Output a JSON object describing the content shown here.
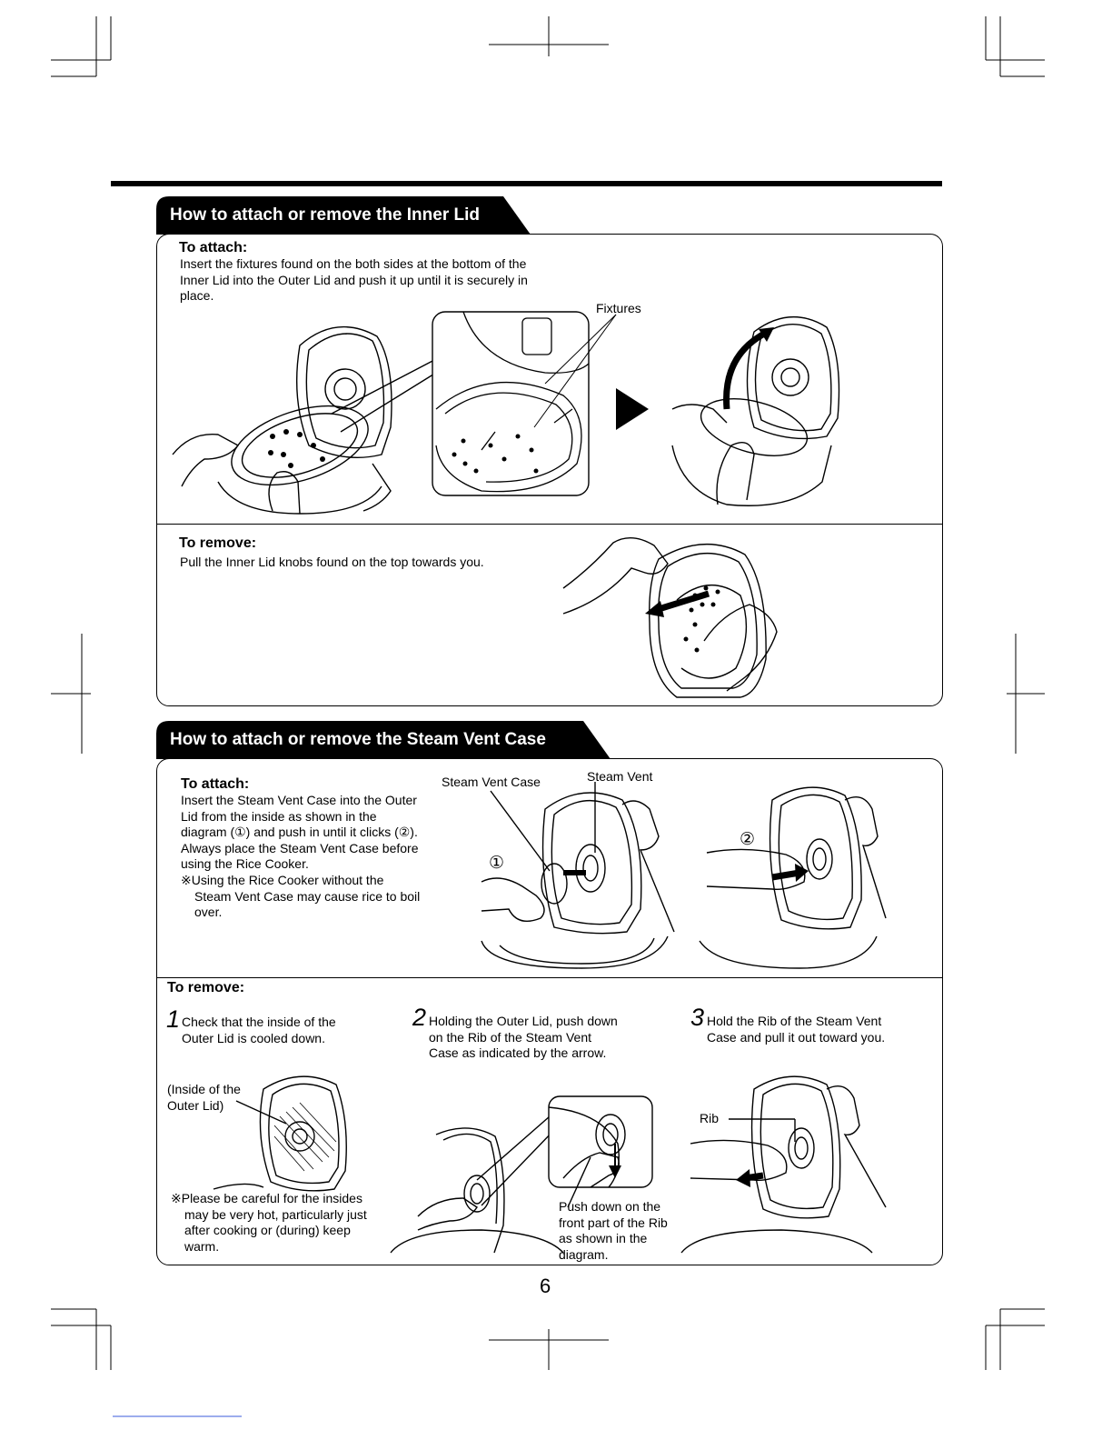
{
  "page_number": "6",
  "sections": {
    "inner_lid": {
      "title": "How to attach or remove the Inner Lid",
      "attach_heading": "To attach:",
      "attach_text": "Insert the fixtures found on the both sides at the bottom of the Inner Lid into the Outer Lid and push it up until it is securely in place.",
      "fixtures_label": "Fixtures",
      "remove_heading": "To remove:",
      "remove_text": "Pull the Inner Lid knobs found on the top towards you."
    },
    "steam_vent": {
      "title": "How to attach or remove the Steam Vent Case",
      "attach_heading": "To attach:",
      "attach_lines": [
        "Insert the Steam Vent Case into the Outer",
        "Lid from the inside as shown in the",
        "diagram (①) and push in until it clicks (②).",
        "Always place the Steam Vent Case before",
        "using the Rice Cooker."
      ],
      "attach_note_lines": [
        "※Using the Rice Cooker without the",
        "Steam Vent Case may cause rice to boil",
        "over."
      ],
      "label_case": "Steam Vent Case",
      "label_vent": "Steam Vent",
      "marker_1": "①",
      "marker_2": "②",
      "remove_heading": "To remove:",
      "steps": [
        {
          "num": "1",
          "lines": [
            "Check that the inside of the",
            "Outer Lid is cooled down."
          ]
        },
        {
          "num": "2",
          "lines": [
            "Holding the Outer Lid, push down",
            "on the Rib of the Steam Vent",
            "Case as indicated by the arrow."
          ]
        },
        {
          "num": "3",
          "lines": [
            "Hold the Rib of the Steam Vent",
            "Case and pull it out toward you."
          ]
        }
      ],
      "inside_label_lines": [
        "(Inside of the",
        "Outer Lid)"
      ],
      "caution_lines": [
        "※Please be careful for the insides",
        "may be very hot, particularly just",
        "after cooking or (during) keep",
        "warm."
      ],
      "push_lines": [
        "Push down on the",
        "front part of the Rib",
        "as shown in the",
        "diagram."
      ],
      "rib_label": "Rib"
    }
  }
}
